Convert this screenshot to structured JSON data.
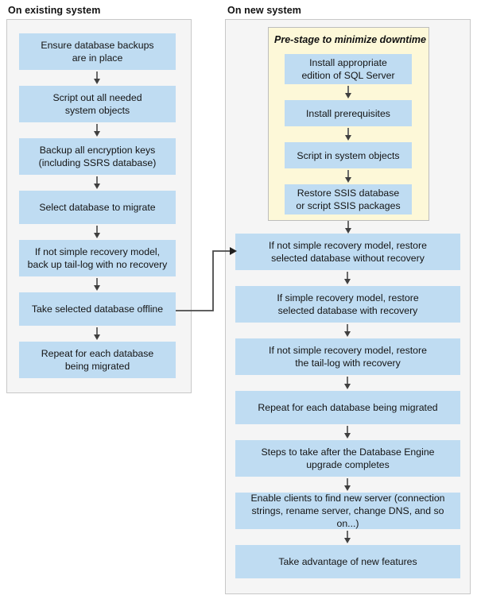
{
  "columns": {
    "existing": {
      "title": "On existing system",
      "nodes": [
        {
          "id": "ensure-backups",
          "lines": [
            "Ensure database backups",
            "are in place"
          ]
        },
        {
          "id": "script-objects",
          "lines": [
            "Script out all needed",
            "system objects"
          ]
        },
        {
          "id": "backup-keys",
          "lines": [
            "Backup all encryption keys",
            "(including SSRS database)"
          ]
        },
        {
          "id": "select-database",
          "lines": [
            "Select database to migrate"
          ]
        },
        {
          "id": "backup-tail-log",
          "lines": [
            "If not simple recovery model,",
            "back up tail-log with no recovery"
          ]
        },
        {
          "id": "take-offline",
          "lines": [
            "Take selected database offline"
          ]
        },
        {
          "id": "repeat-each-db",
          "lines": [
            "Repeat for each database",
            "being migrated"
          ]
        }
      ]
    },
    "new": {
      "title": "On new system",
      "prestage": {
        "label": "Pre-stage to minimize downtime",
        "nodes": [
          {
            "id": "install-edition",
            "lines": [
              "Install appropriate",
              "edition of SQL Server"
            ]
          },
          {
            "id": "install-prereqs",
            "lines": [
              "Install prerequisites"
            ]
          },
          {
            "id": "script-in-objects",
            "lines": [
              "Script in system objects"
            ]
          },
          {
            "id": "restore-ssis",
            "lines": [
              "Restore SSIS database",
              "or script SSIS packages"
            ]
          }
        ]
      },
      "nodes": [
        {
          "id": "restore-no-recovery",
          "lines": [
            "If not simple recovery model, restore",
            "selected database without recovery"
          ]
        },
        {
          "id": "restore-with-recovery",
          "lines": [
            "If simple recovery model, restore",
            "selected database with recovery"
          ]
        },
        {
          "id": "restore-tail-log",
          "lines": [
            "If not simple recovery model, restore",
            "the tail-log with recovery"
          ]
        },
        {
          "id": "repeat-each-db-new",
          "lines": [
            "Repeat for each database being migrated"
          ]
        },
        {
          "id": "post-upgrade-steps",
          "lines": [
            "Steps to take after the Database Engine",
            "upgrade completes"
          ]
        },
        {
          "id": "enable-clients",
          "lines": [
            "Enable clients to find new server (connection",
            "strings, rename server, change DNS, and so on...)"
          ]
        },
        {
          "id": "new-features",
          "lines": [
            "Take advantage of new features"
          ]
        }
      ]
    }
  },
  "colors": {
    "node_fill": "#bfdcf2",
    "panel_fill": "#f5f5f5",
    "panel_border": "#c8c8c8",
    "prestage_fill": "#fdf8d8",
    "prestage_border": "#bdbdbd",
    "arrow": "#4a4a4a",
    "text": "#141414"
  }
}
